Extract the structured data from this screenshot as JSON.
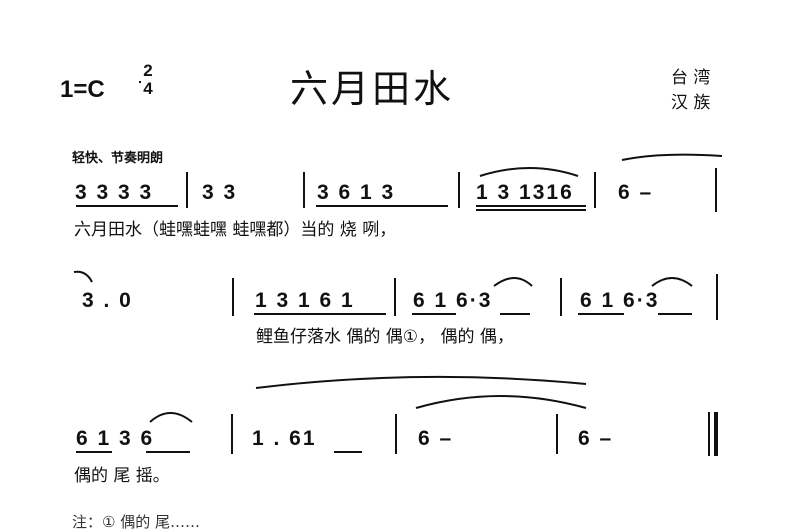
{
  "header": {
    "key": "1=C",
    "meter_top": "2",
    "meter_bottom": "4",
    "title": "六月田水",
    "origin_line1": "台 湾",
    "origin_line2": "汉 族"
  },
  "tempo": "轻快、节奏明朗",
  "rows": [
    {
      "measures": [
        "3 3 3 3",
        "3   3",
        "3  6  1 3",
        "1 3  1316",
        "6   –"
      ],
      "lyrics": "六月田水（蛙嘿蛙嘿 蛙嘿都）当的 烧       咧，"
    },
    {
      "measures": [
        "3   .   0",
        "1 3 1  6 1",
        "6 1   6·3",
        "6 1   6·3"
      ],
      "lyrics": "鲤鱼仔落水  偶的  偶①，  偶的  偶，"
    },
    {
      "measures": [
        "6 1   3 6",
        "1   .   61",
        "6   –",
        "6   –"
      ],
      "lyrics": "偶的 尾      摇。"
    }
  ],
  "footnote": "注：① 偶的 尾……"
}
